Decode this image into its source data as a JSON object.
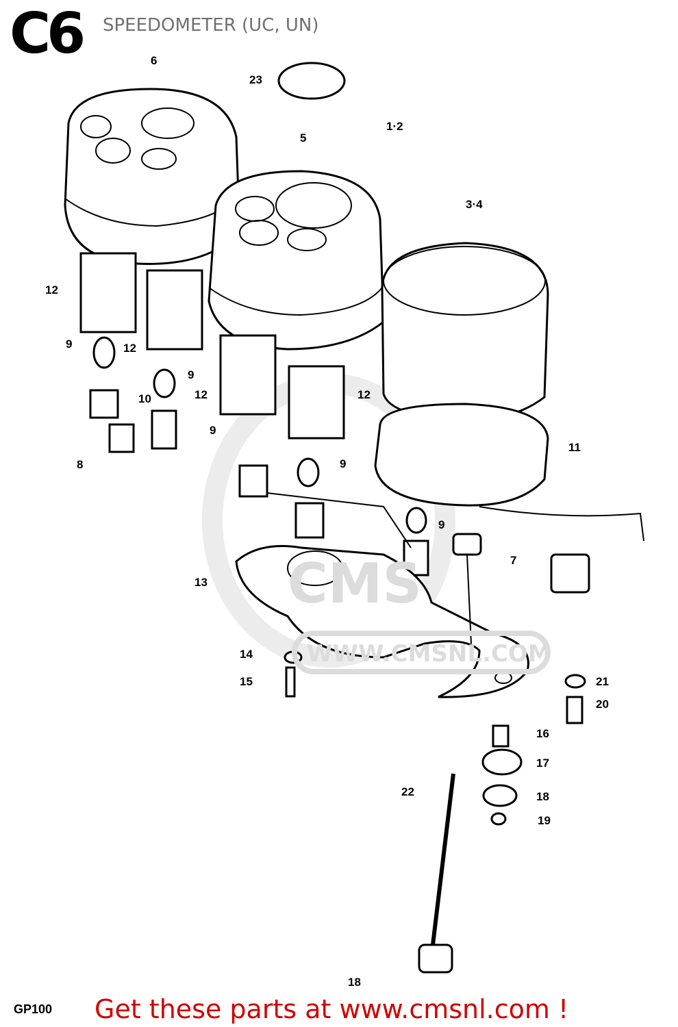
{
  "header": {
    "code": "C6",
    "title": "SPEEDOMETER (UC, UN)"
  },
  "watermark": {
    "text": "WWW.CMSNL.COM",
    "logo": "CMS"
  },
  "callouts": [
    "6",
    "23",
    "1·2",
    "5",
    "3·4",
    "12",
    "9",
    "12",
    "9",
    "10",
    "12",
    "12",
    "9",
    "8",
    "9",
    "11",
    "9",
    "7",
    "13",
    "14",
    "15",
    "21",
    "20",
    "16",
    "17",
    "18",
    "22",
    "19",
    "18"
  ],
  "footer": {
    "model": "GP100",
    "cta": "Get these parts at www.cmsnl.com !",
    "cta_color": "#d00000"
  }
}
